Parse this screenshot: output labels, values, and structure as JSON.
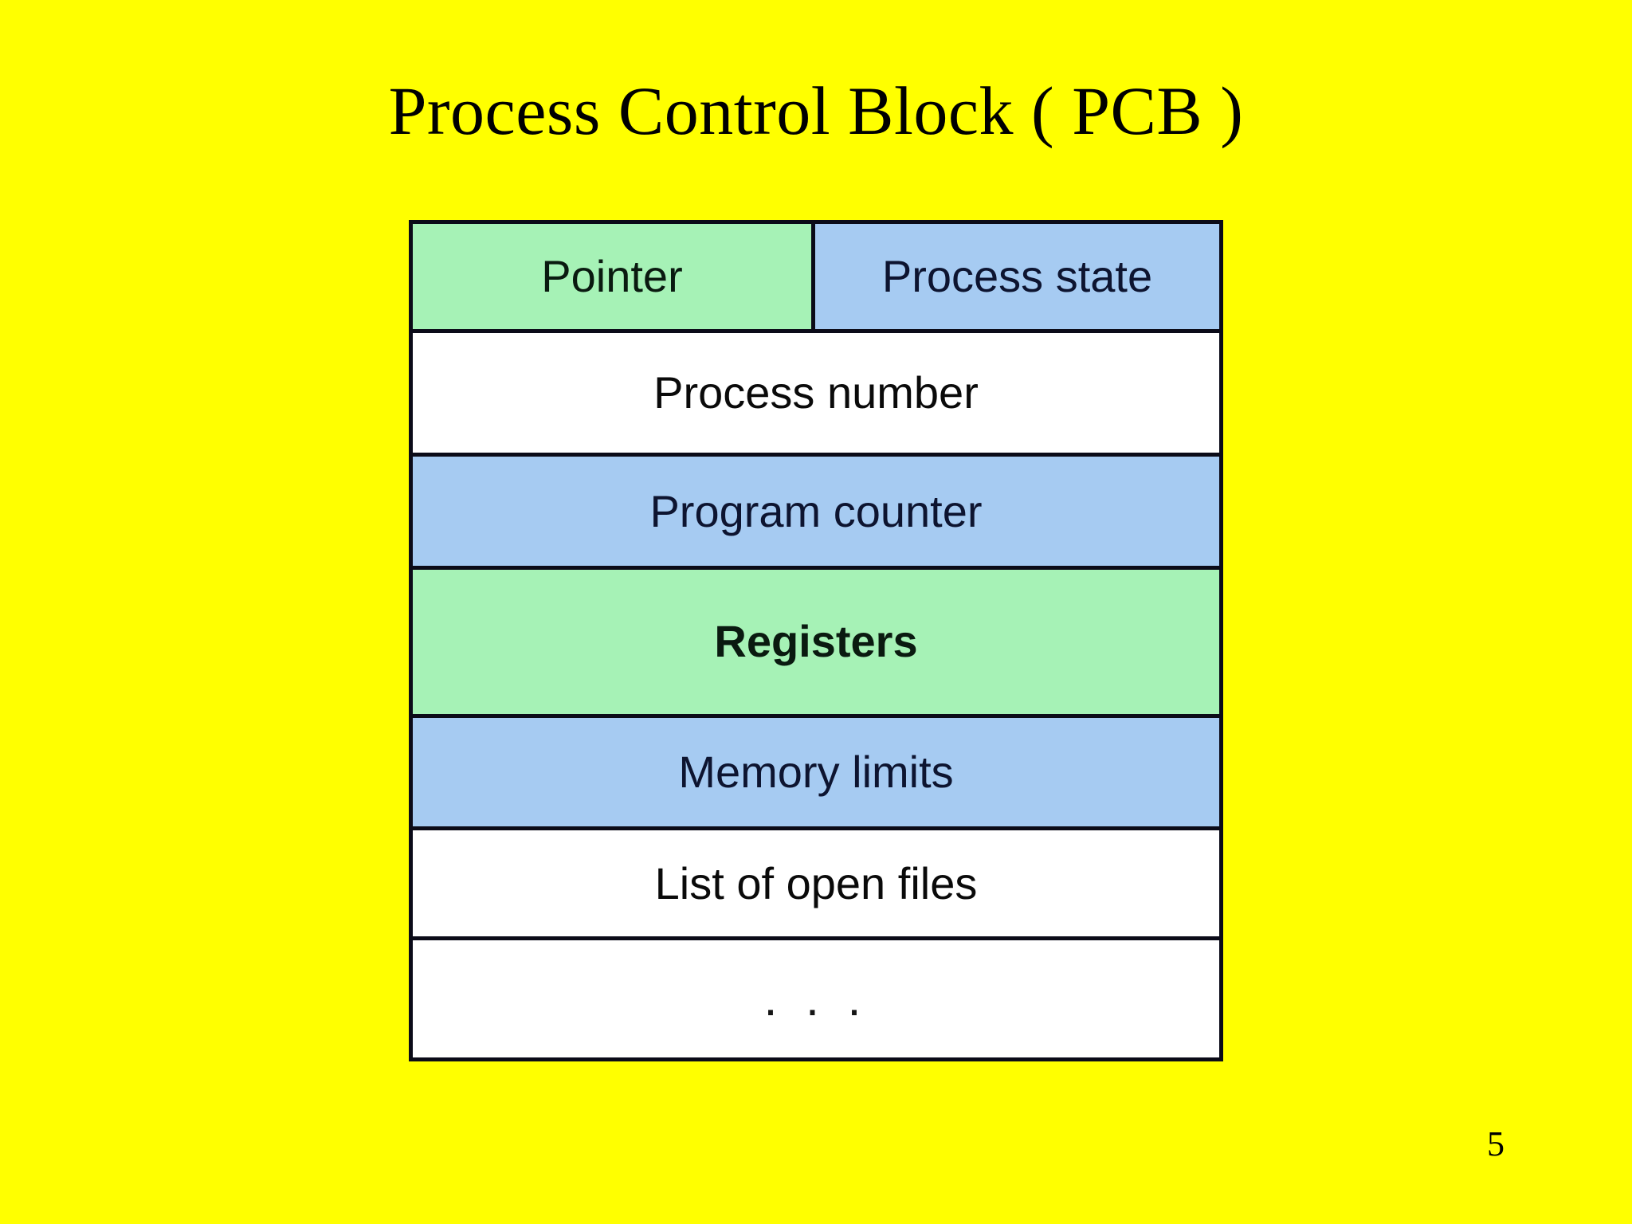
{
  "slide": {
    "background_color": "#FFFF00",
    "title": "Process Control Block ( PCB )",
    "page_number": "5"
  },
  "colors": {
    "background": "#FFFF00",
    "green_cell": "#A6F2B6",
    "blue_cell": "#A6CBF2",
    "white_cell": "#FFFFFF",
    "border": "#0B0B18",
    "text": "#101020"
  },
  "pcb_table": {
    "name": "process-control-block-diagram",
    "rows": [
      {
        "split": true,
        "cells": [
          {
            "label": "Pointer",
            "fill": "green"
          },
          {
            "label": "Process state",
            "fill": "blue"
          }
        ]
      },
      {
        "split": false,
        "cells": [
          {
            "label": "Process number",
            "fill": "white"
          }
        ]
      },
      {
        "split": false,
        "cells": [
          {
            "label": "Program counter",
            "fill": "blue"
          }
        ]
      },
      {
        "split": false,
        "cells": [
          {
            "label": "Registers",
            "fill": "green"
          }
        ]
      },
      {
        "split": false,
        "cells": [
          {
            "label": "Memory limits",
            "fill": "blue"
          }
        ]
      },
      {
        "split": false,
        "cells": [
          {
            "label": "List of open files",
            "fill": "white"
          }
        ]
      },
      {
        "split": false,
        "cells": [
          {
            "label": ". . .",
            "fill": "white"
          }
        ]
      }
    ]
  }
}
